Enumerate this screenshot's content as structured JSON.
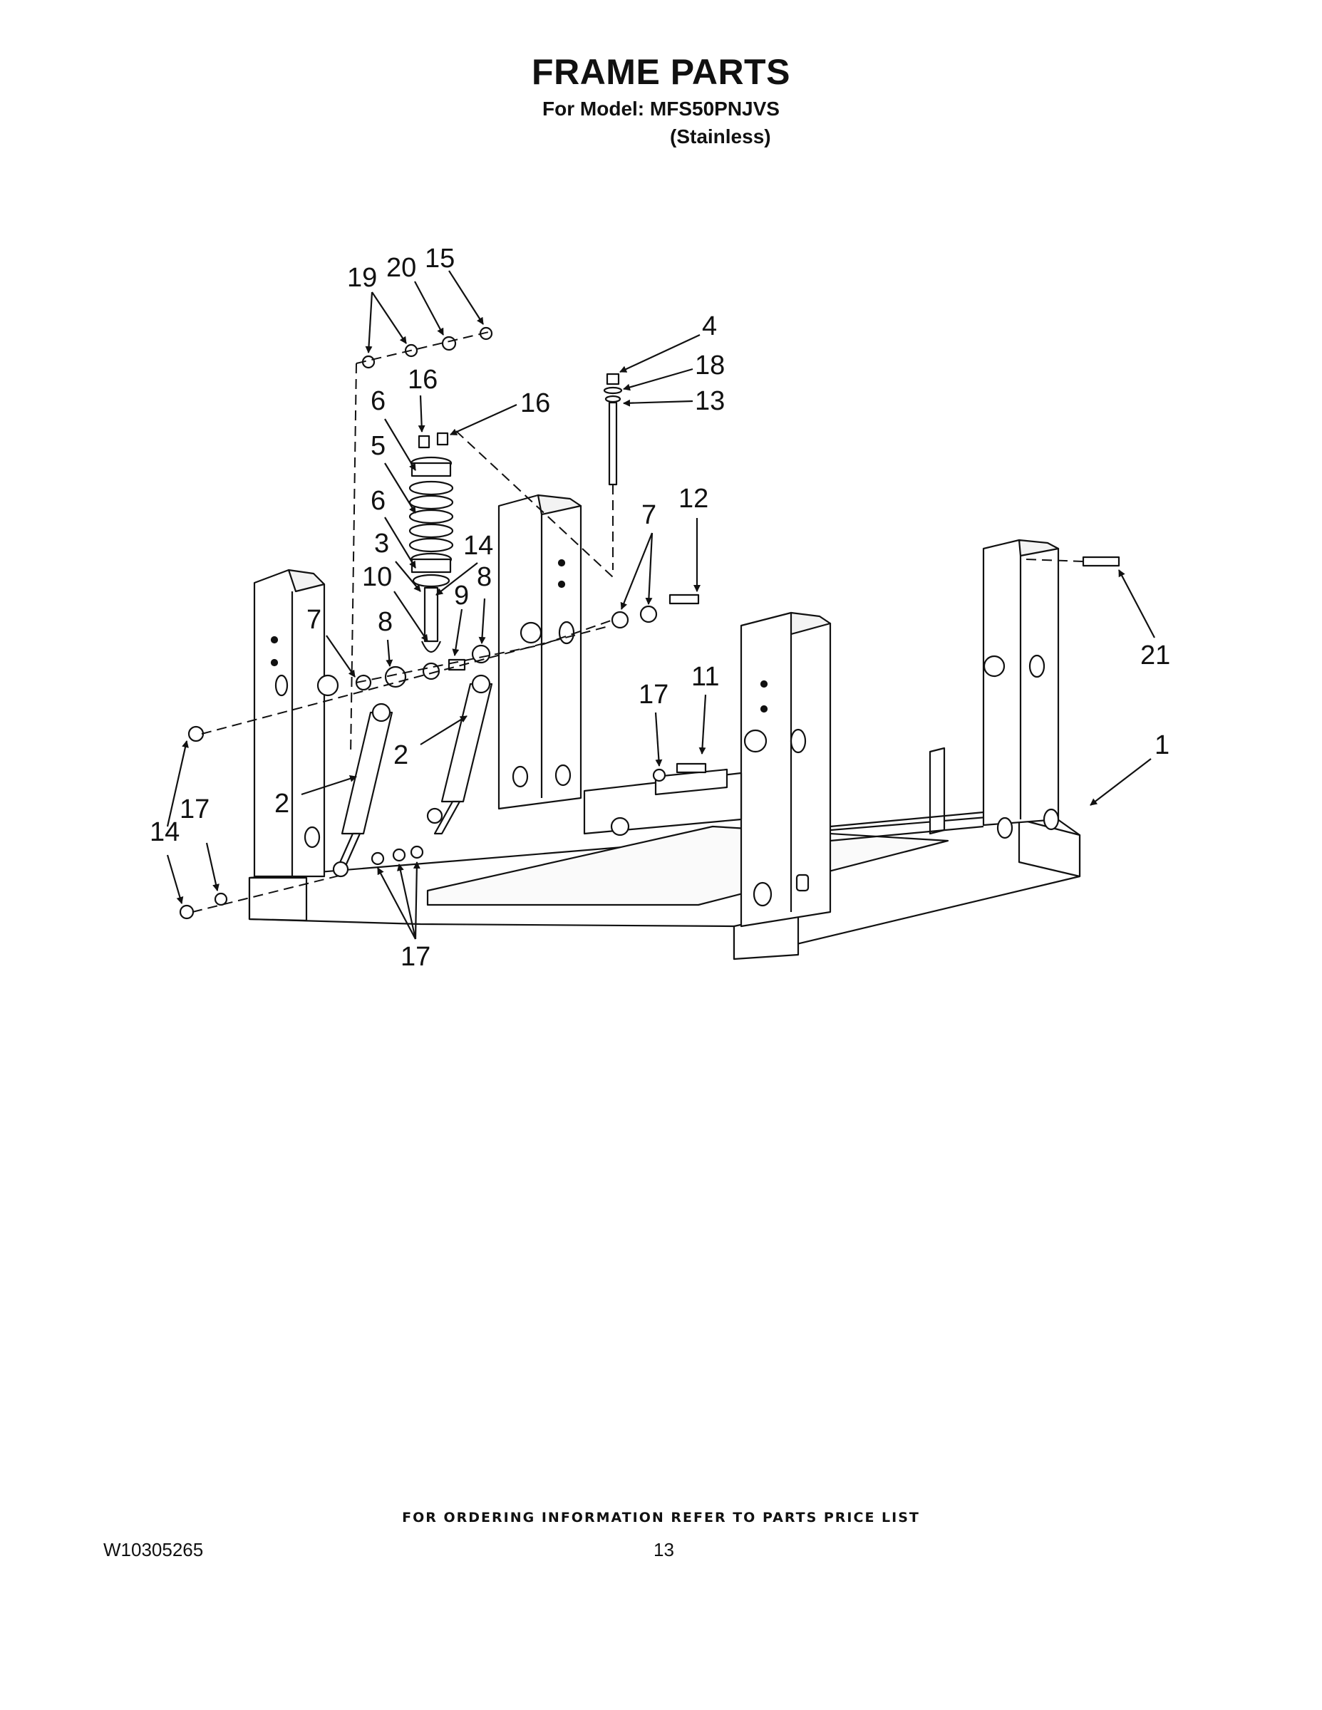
{
  "header": {
    "title": "FRAME PARTS",
    "model_line": "For Model: MFS50PNJVS",
    "finish": "(Stainless)"
  },
  "diagram": {
    "callouts": [
      "19",
      "20",
      "15",
      "4",
      "18",
      "13",
      "16",
      "16",
      "6",
      "5",
      "6",
      "3",
      "14",
      "10",
      "9",
      "8",
      "8",
      "7",
      "7",
      "12",
      "21",
      "17",
      "11",
      "2",
      "2",
      "1",
      "14",
      "17",
      "17"
    ]
  },
  "footer": {
    "ordering_note": "FOR ORDERING INFORMATION REFER TO PARTS PRICE LIST",
    "doc_number": "W10305265",
    "page_number": "13"
  }
}
